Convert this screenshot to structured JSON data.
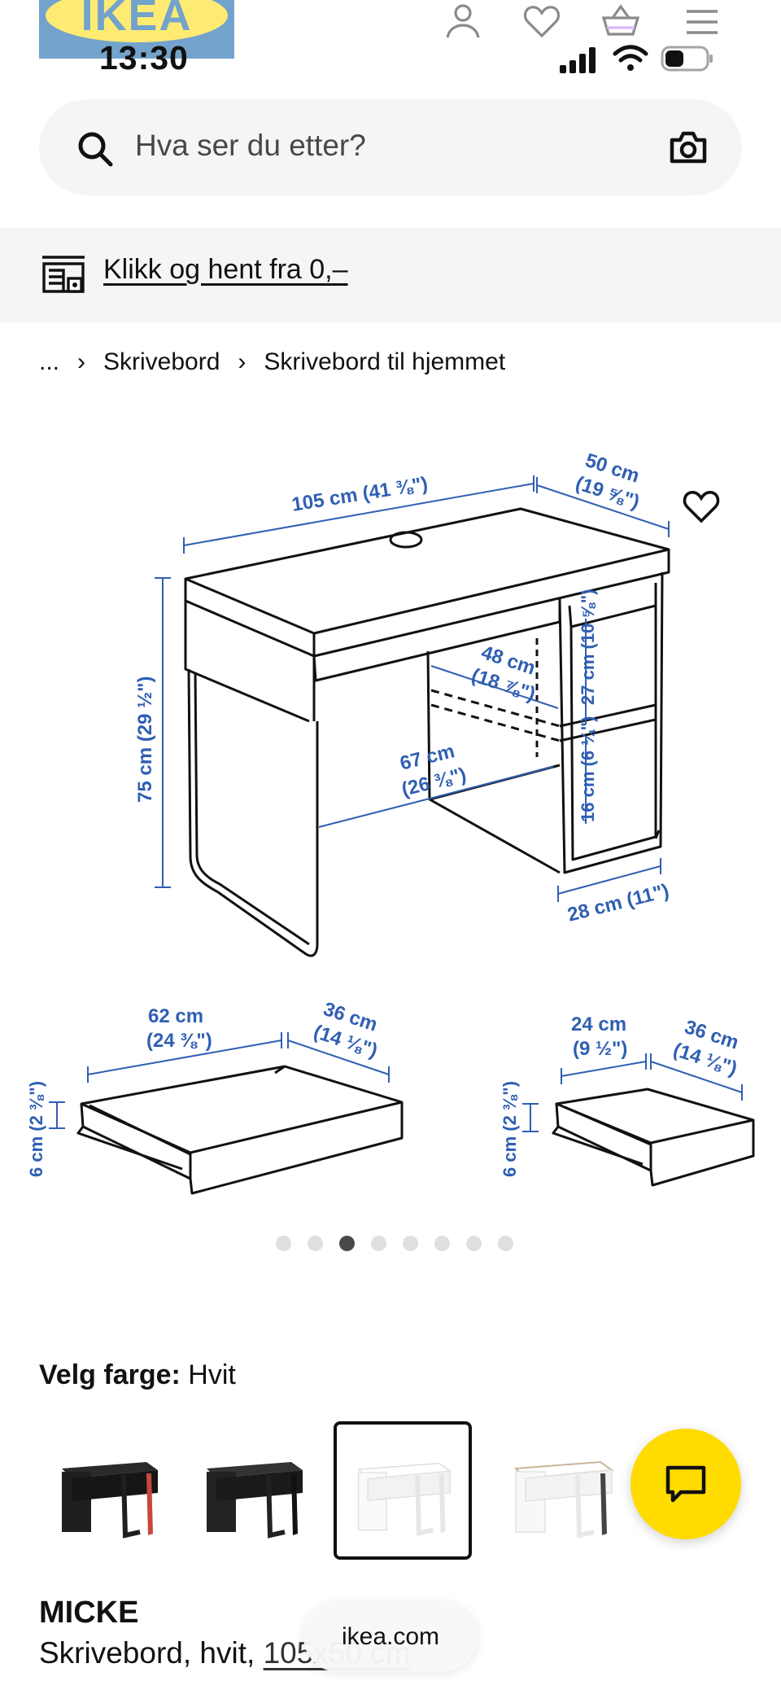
{
  "header": {
    "logo_text": "IKEA",
    "time": "13:30",
    "icons": [
      "profile-icon",
      "heart-icon",
      "basket-icon",
      "menu-icon"
    ]
  },
  "search": {
    "placeholder": "Hva ser du etter?",
    "icon": "search-icon",
    "camera_icon": "camera-icon"
  },
  "banner": {
    "text": "Klikk og hent fra 0,–",
    "icon": "store-icon"
  },
  "breadcrumb": {
    "items": [
      "...",
      "Skrivebord",
      "Skrivebord til hjemmet"
    ]
  },
  "gallery": {
    "desk_dims": {
      "width": "105 cm (41 ⅜\")",
      "depth": "50 cm",
      "depth_in": "(19 ⅝\")",
      "height": "75 cm (29 ½\")",
      "inner_depth": "48 cm",
      "inner_depth_in": "(18 ⅞\")",
      "inner_width": "67 cm",
      "inner_width_in": "(26 ⅜\")",
      "shelf_top": "27 cm (10 ⅝\")",
      "shelf_bottom": "16 cm (6 ¼\")",
      "cabinet_width": "28 cm (11\")"
    },
    "drawer_large": {
      "width": "62 cm",
      "width_in": "(24 ⅜\")",
      "depth": "36 cm",
      "depth_in": "(14 ⅛\")",
      "height": "6 cm (2 ⅜\")"
    },
    "drawer_small": {
      "width": "24 cm",
      "width_in": "(9 ½\")",
      "depth": "36 cm",
      "depth_in": "(14 ⅛\")",
      "height": "6 cm (2 ⅜\")"
    },
    "dot_count": 8,
    "active_dot": 3
  },
  "colors": {
    "label": "Velg farge:",
    "selected": "Hvit",
    "swatches": [
      {
        "name": "black-red",
        "top": "#1f1f1f",
        "legs": "#c9463d"
      },
      {
        "name": "black-brown",
        "top": "#222222",
        "legs": "#111111"
      },
      {
        "name": "white",
        "top": "#ffffff",
        "legs": "#e6e6e6",
        "selected": true
      },
      {
        "name": "white-oak",
        "top": "#f7f7f7",
        "legs": "#444444"
      }
    ]
  },
  "chat": {
    "icon": "chat-icon"
  },
  "product": {
    "name": "MICKE",
    "desc_prefix": "Skrivebord, hvit,",
    "size": "105x50 cm"
  },
  "url_bar": {
    "url": "ikea.com"
  },
  "theme": {
    "ikea_blue": "#0058a3",
    "ikea_yellow": "#ffdb00",
    "dim_blue": "#2f5fb3"
  }
}
